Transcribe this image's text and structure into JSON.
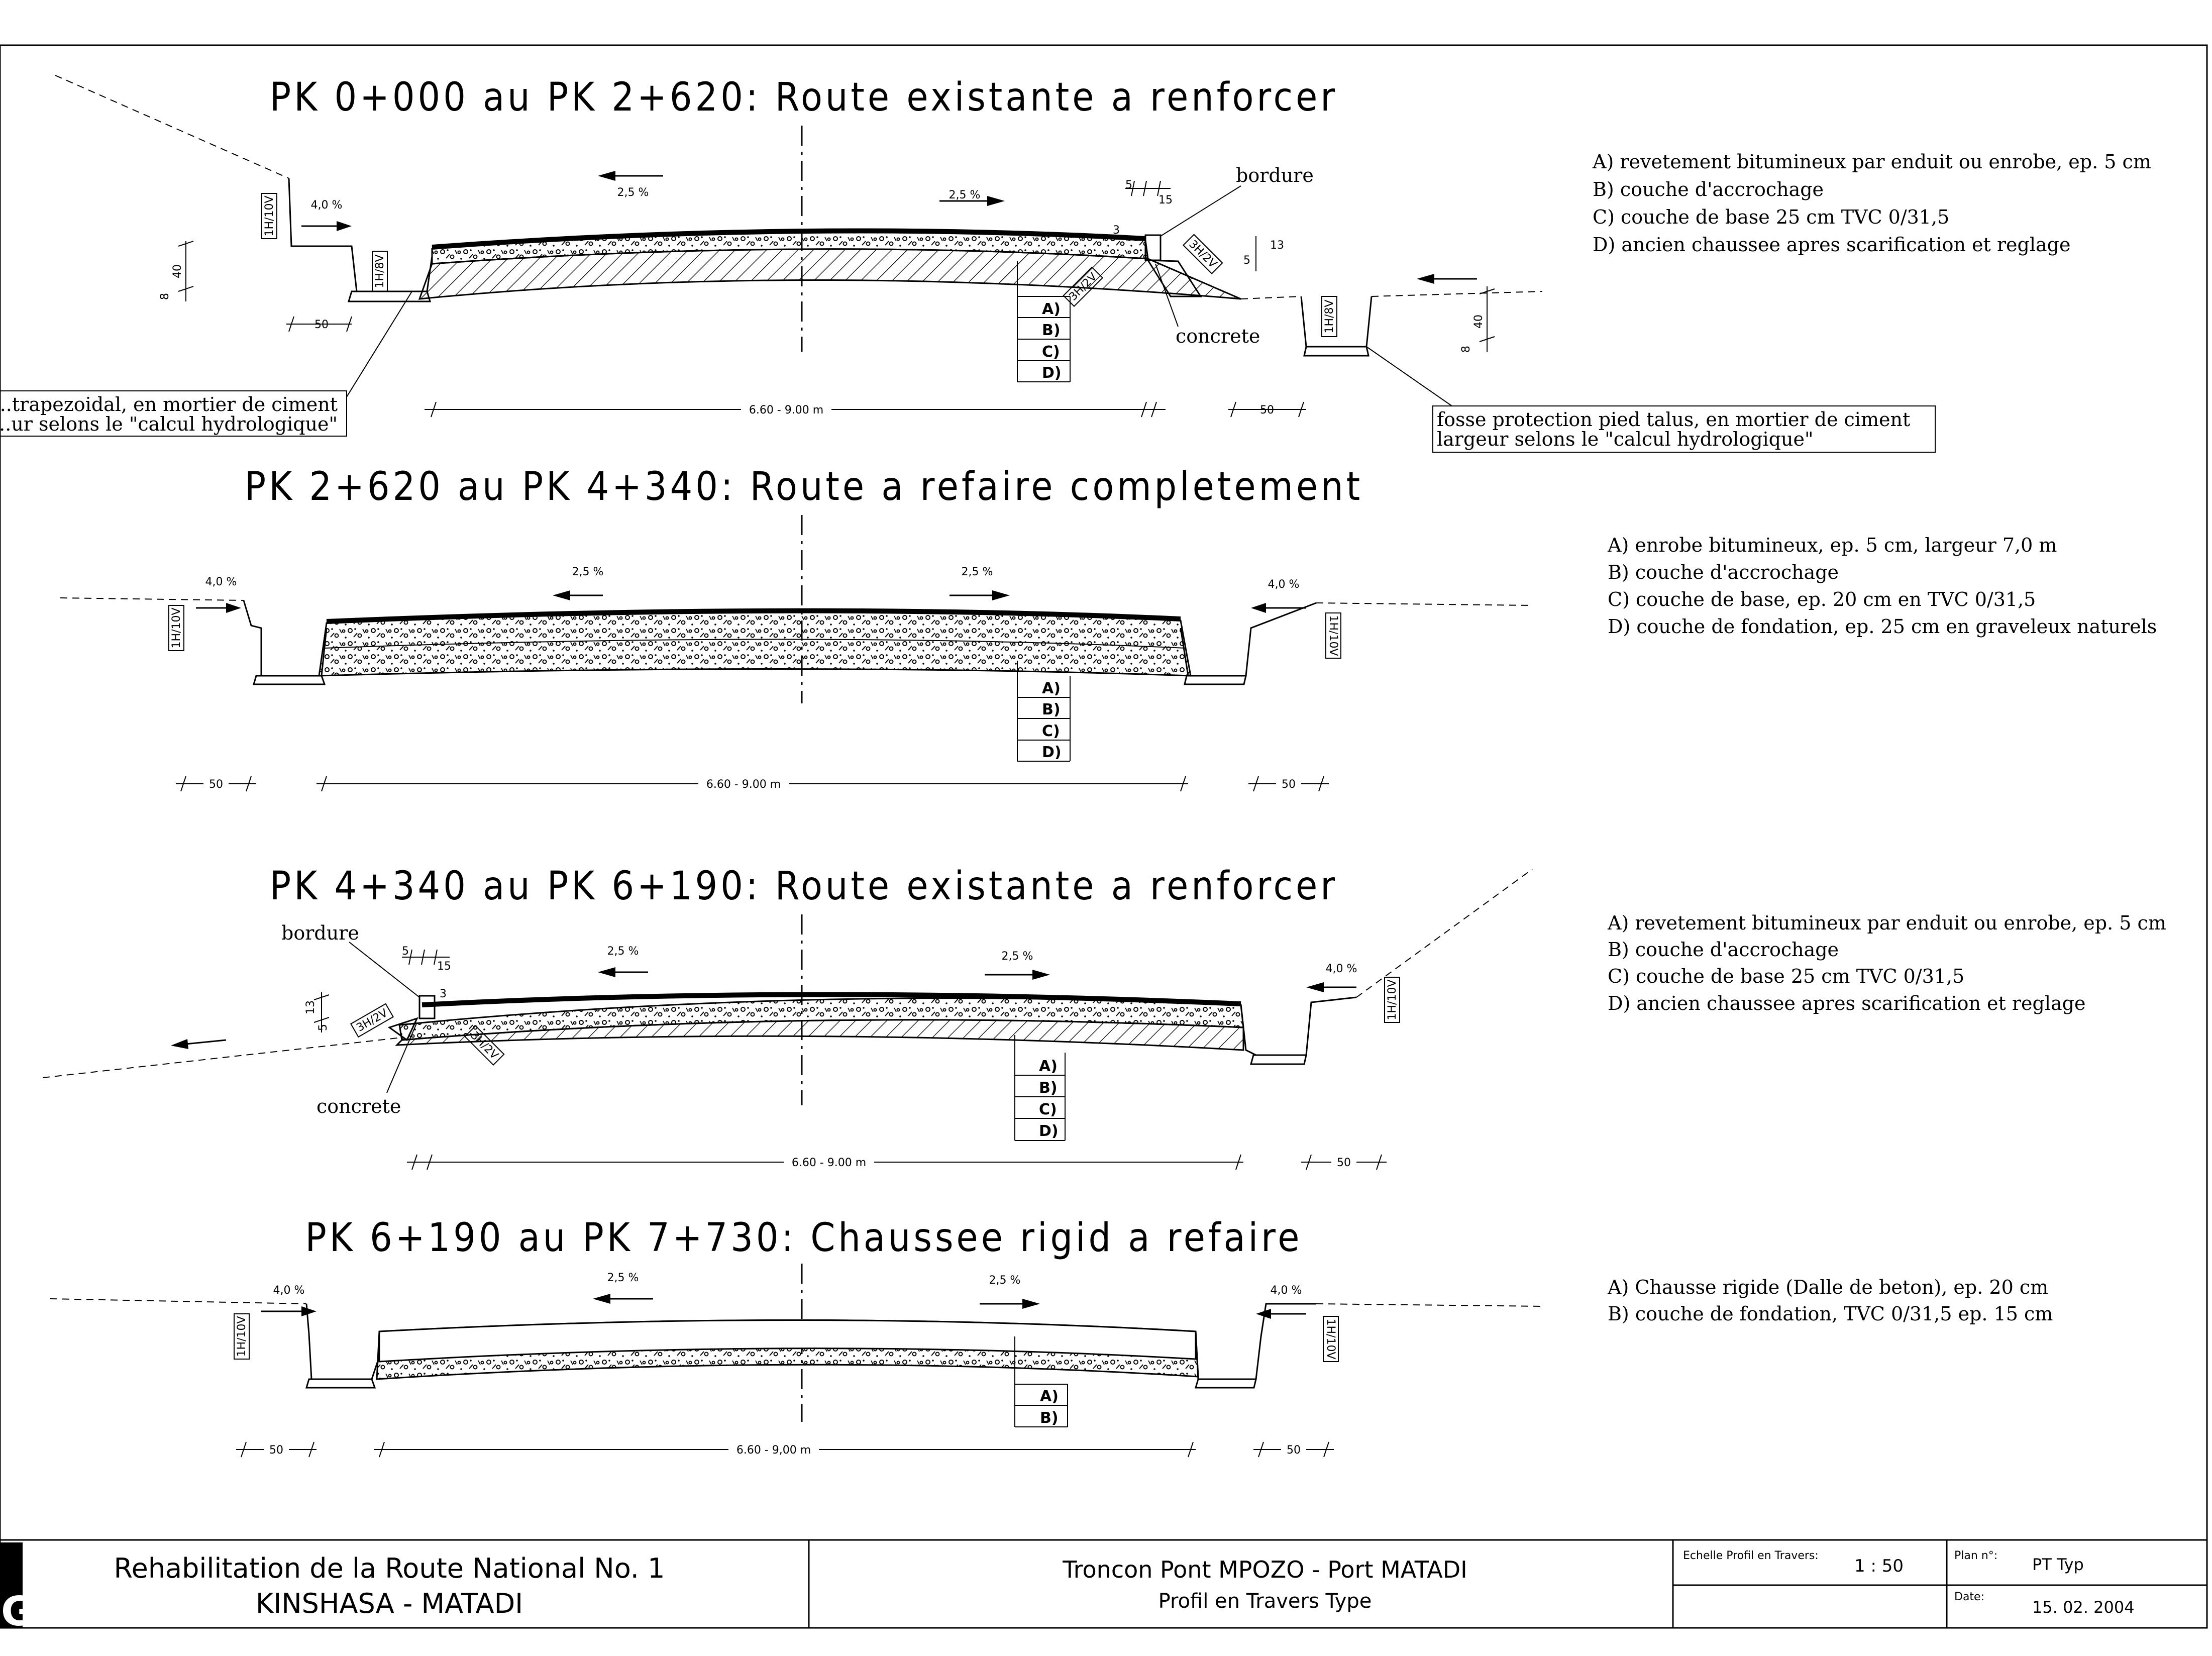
{
  "sections": [
    {
      "title": "PK 0+000 au PK 2+620: Route existante a renforcer",
      "legend": [
        "A) revetement bitumineux par enduit ou enrobe, ep. 5 cm",
        "B) couche d'accrochage",
        "C) couche de base 25 cm TVC 0/31,5",
        "D) ancien chaussee apres scarification et reglage"
      ],
      "layers": [
        "A)",
        "B)",
        "C)",
        "D)"
      ],
      "slopes": {
        "left": "2,5 %",
        "right": "2,5 %",
        "ditch_left": "4,0 %"
      },
      "width": "6.60 - 9.00 m",
      "dim_50": "50",
      "dims_ditch": {
        "depth": "40",
        "bottom": "8"
      },
      "slope_ratios": {
        "cut": "1H/10V",
        "ditch": "1H/8V",
        "fill": "3H/2V",
        "shoulder": "3H/2V"
      },
      "dims_kerb": {
        "a": "5",
        "b": "15",
        "c": "3",
        "d": "5",
        "e": "13"
      },
      "labels": {
        "bordure": "bordure",
        "concrete": "concrete"
      },
      "note_left": [
        "...trapezoidal, en mortier de ciment",
        "...ur selons le \"calcul hydrologique\""
      ],
      "note_right": [
        "fosse protection pied talus, en mortier de ciment",
        "largeur selons le \"calcul hydrologique\""
      ]
    },
    {
      "title": "PK 2+620 au PK 4+340: Route a refaire completement",
      "legend": [
        "A) enrobe bitumineux, ep. 5 cm, largeur 7,0 m",
        "B) couche d'accrochage",
        "C) couche de base, ep. 20 cm en TVC 0/31,5",
        "D) couche de fondation, ep. 25 cm en graveleux naturels"
      ],
      "layers": [
        "A)",
        "B)",
        "C)",
        "D)"
      ],
      "slopes": {
        "left": "2,5 %",
        "right": "2,5 %",
        "ditch_left": "4,0 %",
        "ditch_right": "4,0 %"
      },
      "width": "6.60 - 9.00 m",
      "dim_50": "50",
      "slope_ratios": {
        "cut": "1H/10V"
      }
    },
    {
      "title": "PK 4+340 au PK 6+190: Route existante a renforcer",
      "legend": [
        "A) revetement bitumineux par enduit ou enrobe, ep. 5 cm",
        "B) couche d'accrochage",
        "C) couche de base 25 cm TVC 0/31,5",
        "D) ancien chaussee apres scarification et reglage"
      ],
      "layers": [
        "A)",
        "B)",
        "C)",
        "D)"
      ],
      "slopes": {
        "left": "2,5 %",
        "right": "2,5 %",
        "ditch_right": "4,0 %"
      },
      "width": "6.60 - 9.00 m",
      "dim_50": "50",
      "slope_ratios": {
        "cut": "1H/10V",
        "fill": "3H/2V",
        "shoulder": "3H/2V"
      },
      "dims_kerb": {
        "a": "5",
        "b": "15",
        "c": "3",
        "d": "5",
        "e": "13"
      },
      "labels": {
        "bordure": "bordure",
        "concrete": "concrete"
      }
    },
    {
      "title": "PK 6+190 au PK 7+730: Chaussee rigid a refaire",
      "legend": [
        "A) Chausse rigide (Dalle de beton), ep. 20 cm",
        "B) couche de fondation, TVC 0/31,5 ep. 15 cm"
      ],
      "layers": [
        "A)",
        "B)"
      ],
      "slopes": {
        "left": "2,5 %",
        "right": "2,5 %",
        "ditch_left": "4,0 %",
        "ditch_right": "4,0 %"
      },
      "width": "6.60 - 9,00 m",
      "dim_50": "50",
      "slope_ratios": {
        "cut": "1H/10V"
      }
    }
  ],
  "titleblock": {
    "project_line1": "Rehabilitation de la Route National No. 1",
    "project_line2": "KINSHASA - MATADI",
    "logo_letter": "G",
    "section_line1": "Troncon Pont MPOZO - Port MATADI",
    "section_line2": "Profil en Travers Type",
    "scale_label": "Echelle Profil en Travers:",
    "scale_value": "1 : 50",
    "plan_label": "Plan n°:",
    "plan_value": "PT Typ",
    "date_label": "Date:",
    "date_value": "15. 02. 2004"
  }
}
